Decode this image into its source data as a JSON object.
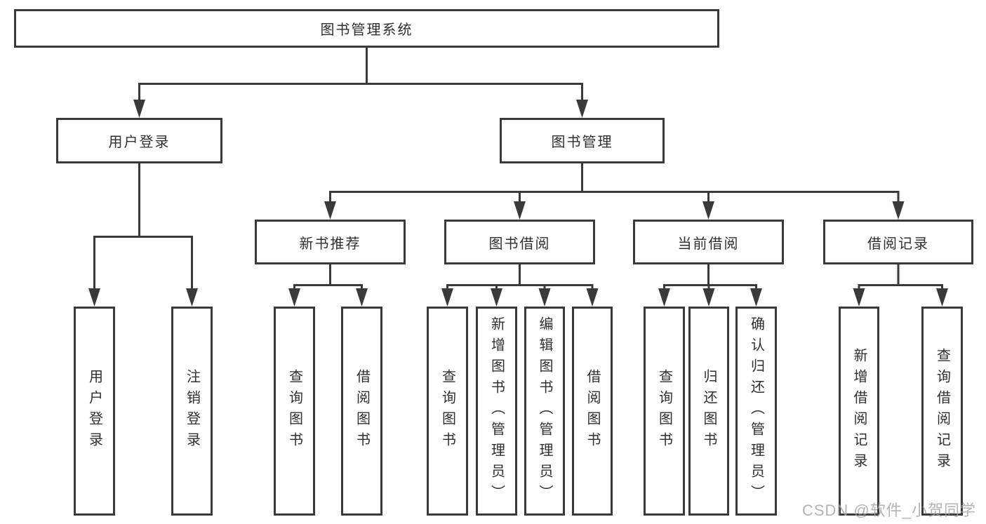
{
  "diagram": {
    "root": {
      "label": "图书管理系统"
    },
    "branches": {
      "user_login": {
        "label": "用户登录"
      },
      "book_management": {
        "label": "图书管理"
      }
    },
    "modules": {
      "new_book_recommend": {
        "label": "新书推荐"
      },
      "book_borrow": {
        "label": "图书借阅"
      },
      "current_borrow": {
        "label": "当前借阅"
      },
      "borrow_records": {
        "label": "借阅记录"
      }
    },
    "leaves": {
      "user_login": "用户登录",
      "logout": "注销登录",
      "recommend_query_books": "查询图书",
      "recommend_borrow_books": "借阅图书",
      "borrow_query_books": "查询图书",
      "borrow_add_books": "新增图书（管理员）",
      "borrow_edit_books": "编辑图书（管理员）",
      "borrow_borrow_books": "借阅图书",
      "current_query_books": "查询图书",
      "current_return_books": "归还图书",
      "current_confirm_return": "确认归还（管理员）",
      "records_add_record": "新增借阅记录",
      "records_query_record": "查询借阅记录"
    }
  },
  "watermark": {
    "text": "CSDN @软件_小贺同学"
  },
  "colors": {
    "line": "#3a3a3a",
    "text": "#2f2f2f",
    "watermark": "#a6a6a6",
    "background": "#ffffff"
  }
}
